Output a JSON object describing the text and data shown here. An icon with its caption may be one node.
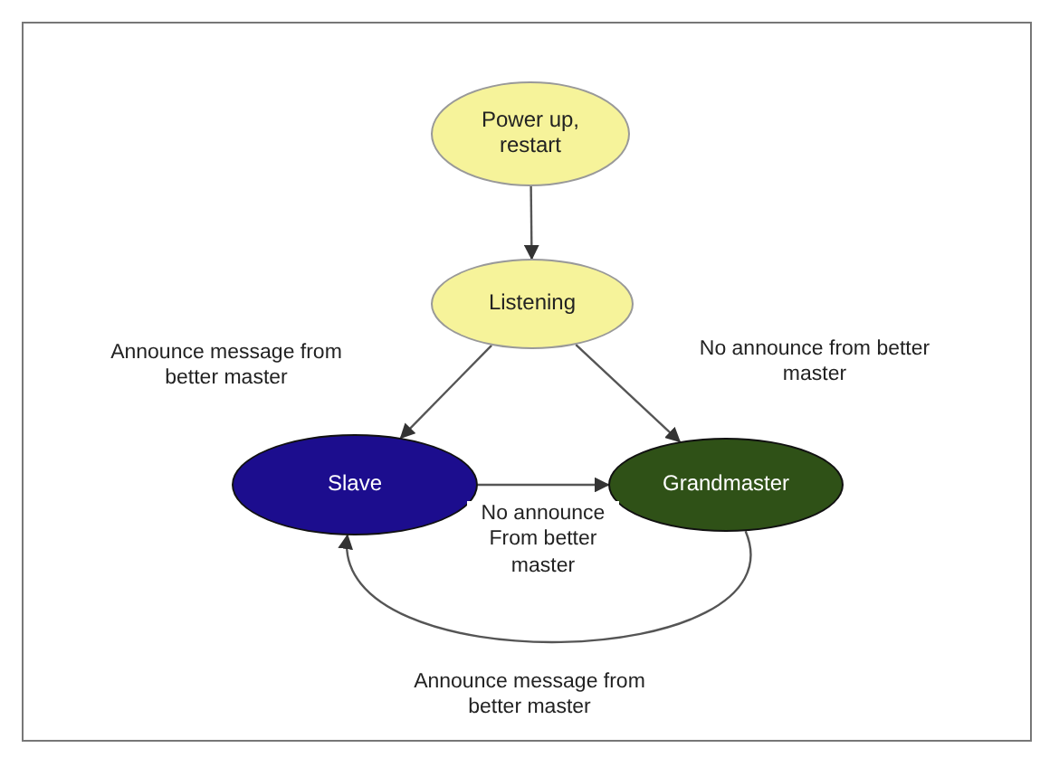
{
  "diagram": {
    "nodes": [
      {
        "text": [
          "Power up, restart"
        ]
      },
      {
        "text": [
          "Listening"
        ]
      },
      {
        "text": [
          "Slave"
        ]
      },
      {
        "text": [
          "Grandmaster"
        ]
      }
    ],
    "edges": [
      {
        "from": 0,
        "to": 1,
        "arrow": "to"
      },
      {
        "from": 1,
        "to": 2,
        "arrow": "to",
        "label": "Announce message from better master"
      },
      {
        "from": 1,
        "to": 3,
        "arrow": "to",
        "label": "No announce from better master"
      },
      {
        "from": 2,
        "to": 3,
        "arrow": "to",
        "label": "No announce From better master"
      },
      {
        "from": 3,
        "to": 2,
        "arrow": "to",
        "label": "Announce message from better master"
      }
    ]
  }
}
